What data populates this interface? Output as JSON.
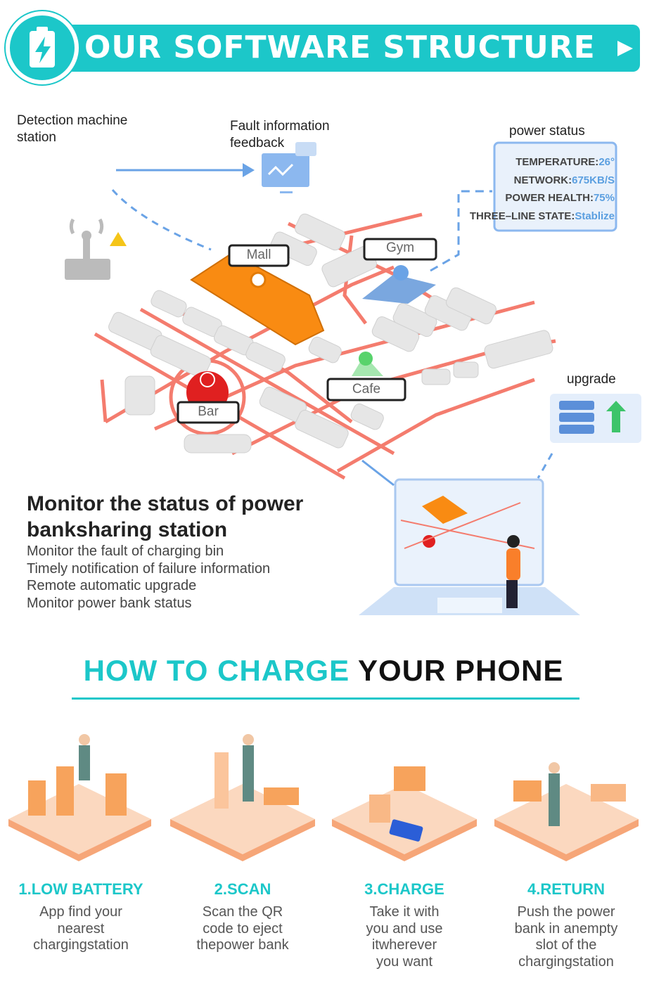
{
  "header": {
    "title": "OUR SOFTWARE STRUCTURE",
    "icon": "battery-bolt-icon",
    "accent": "#1cc7c9"
  },
  "diagram": {
    "detection_label": "Detection machine station",
    "fault_label": "Fault information feedback",
    "power_status": {
      "title": "power status",
      "rows": [
        {
          "key": "TEMPERATURE:",
          "value": "26°"
        },
        {
          "key": "NETWORK:",
          "value": "675KB/S"
        },
        {
          "key": "POWER HEALTH:",
          "value": "75%"
        },
        {
          "key": "THREE–LINE STATE:",
          "value": "Stablize"
        }
      ]
    },
    "upgrade_label": "upgrade",
    "places": [
      "Mall",
      "Gym",
      "Cafe",
      "Bar"
    ]
  },
  "monitor": {
    "heading": "Monitor the status of power banksharing station",
    "items": [
      "Monitor the fault of charging bin",
      "Timely notification of failure information",
      "Remote automatic upgrade",
      "Monitor power bank status"
    ]
  },
  "how": {
    "title_a": "HOW TO CHARGE",
    "title_b": "YOUR PHONE",
    "steps": [
      {
        "title": "1.LOW BATTERY",
        "desc": "App find your nearest chargingstation"
      },
      {
        "title": "2.SCAN",
        "desc": "Scan the QR code to eject thepower bank"
      },
      {
        "title": "3.CHARGE",
        "desc": "Take it with you and use itwherever you want"
      },
      {
        "title": "4.RETURN",
        "desc": "Push the power bank in anempty slot of the chargingstation"
      }
    ]
  }
}
